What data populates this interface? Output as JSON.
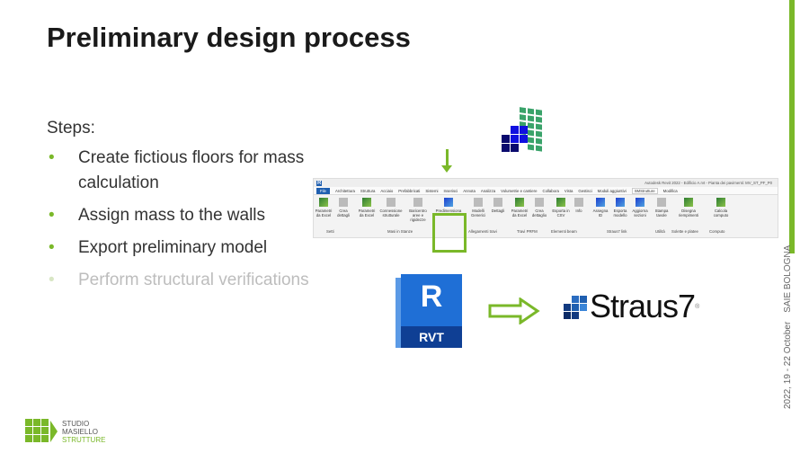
{
  "slide": {
    "title": "Preliminary design process",
    "steps_label": "Steps:",
    "steps": [
      "Create fictious floors for mass calculation",
      "Assign mass to the walls",
      "Export preliminary model",
      "Perform structural verifications"
    ],
    "side_event": "SAIE BOLOGNA",
    "side_date": "2022, 19 - 22 October"
  },
  "ribbon": {
    "app_letter": "R",
    "window_title": "Autodesk Revit 2022 - Edificio A.rvt - Pianta dei pavimenti: MV_ST_PF_P0",
    "tabs": [
      "File",
      "Architettura",
      "Struttura",
      "Acciaio",
      "Prefabbricati",
      "Sistemi",
      "Inserisci",
      "Annota",
      "Analizza",
      "Volumetrie e cantiere",
      "Collabora",
      "Vista",
      "Gestisci",
      "Moduli aggiuntivi",
      "SMStrutture",
      "Modifica"
    ],
    "buttons": [
      "Parametri da Excel",
      "Crea dettagli",
      "Parametri da Excel",
      "Connessione strutturale",
      "Baricentro aree e rigidezze",
      "Predimensiona",
      "Modelli Generici",
      "Dettagli",
      "Parametri da Excel",
      "Crea dettaglio",
      "Esporta in CSV",
      "Info",
      "Assegna ID",
      "Esporta modello",
      "Aggiorna sezioni",
      "Stampa tavole",
      "Disegna riempimenti",
      "Calcola computo"
    ],
    "groups": [
      "Setti",
      "Masi in Stanze",
      "Allegamenti travi",
      "Travi PRFM",
      "Elementi beam",
      "Straus7 link",
      "Utilità",
      "Solette e platee",
      "Computo"
    ]
  },
  "logos": {
    "rvt_letter": "R",
    "rvt_label": "RVT",
    "straus": "Straus7",
    "registered": "®",
    "company": [
      "STUDIO",
      "MASIELLO",
      "STRUTTURE"
    ]
  },
  "colors": {
    "accent": "#7ab829",
    "revit_blue": "#1f5fb0"
  }
}
